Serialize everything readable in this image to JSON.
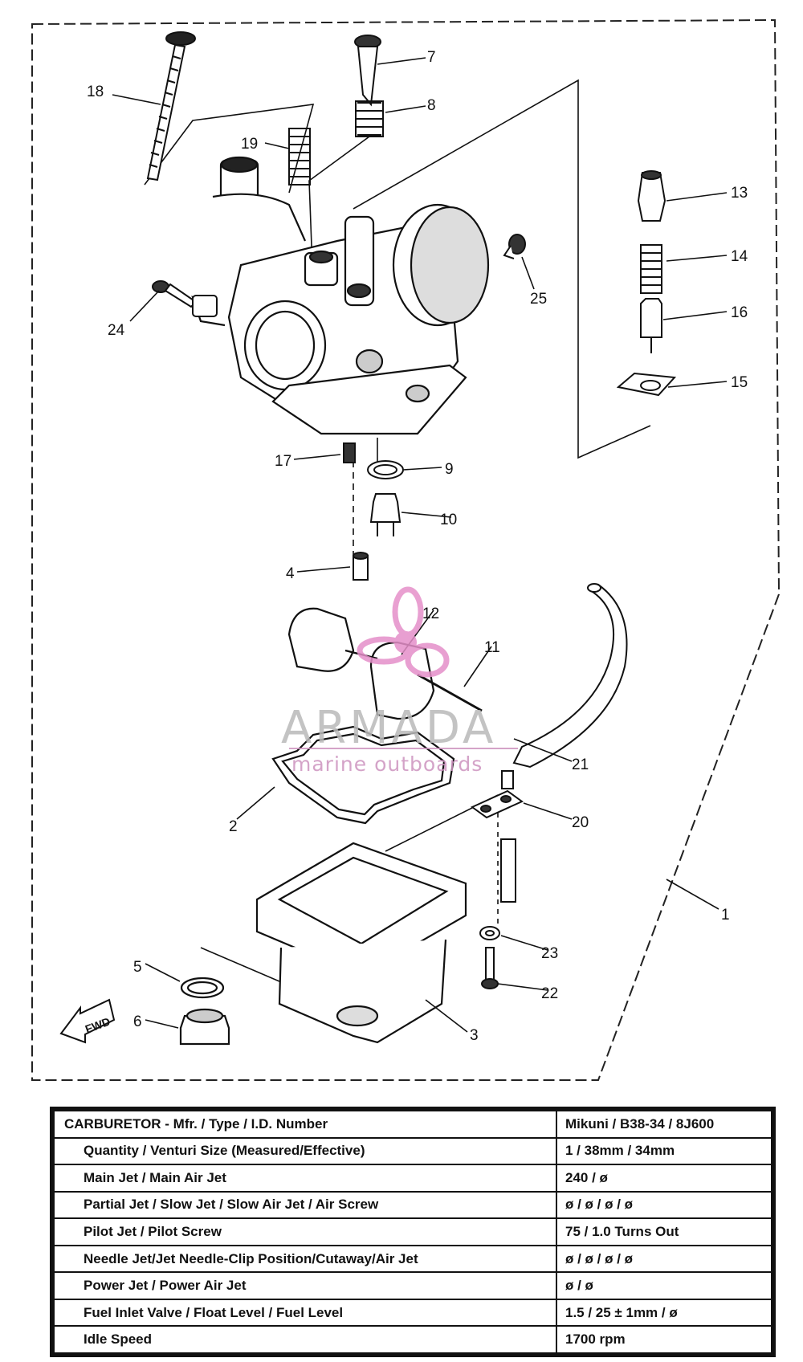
{
  "callouts": [
    {
      "n": "18"
    },
    {
      "n": "7"
    },
    {
      "n": "8"
    },
    {
      "n": "19"
    },
    {
      "n": "13"
    },
    {
      "n": "14"
    },
    {
      "n": "25"
    },
    {
      "n": "24"
    },
    {
      "n": "16"
    },
    {
      "n": "15"
    },
    {
      "n": "17"
    },
    {
      "n": "9"
    },
    {
      "n": "10"
    },
    {
      "n": "4"
    },
    {
      "n": "12"
    },
    {
      "n": "11"
    },
    {
      "n": "21"
    },
    {
      "n": "2"
    },
    {
      "n": "20"
    },
    {
      "n": "1"
    },
    {
      "n": "5"
    },
    {
      "n": "23"
    },
    {
      "n": "22"
    },
    {
      "n": "6"
    },
    {
      "n": "3"
    }
  ],
  "fwd_arrow": "FWD",
  "watermark": {
    "brand": "ARMADA",
    "tagline": "marine outboards",
    "logo_color": "#e58fc9"
  },
  "spec_table": {
    "header": {
      "label": "CARBURETOR - Mfr. / Type / I.D. Number",
      "value": "Mikuni / B38-34 / 8J600"
    },
    "rows": [
      {
        "label": "Quantity / Venturi Size (Measured/Effective)",
        "value": "1 / 38mm / 34mm"
      },
      {
        "label": "Main Jet / Main Air Jet",
        "value": "240 / ø"
      },
      {
        "label": "Partial Jet / Slow Jet / Slow Air Jet / Air Screw",
        "value": "ø / ø / ø / ø"
      },
      {
        "label": "Pilot Jet / Pilot Screw",
        "value": "75 / 1.0 Turns Out"
      },
      {
        "label": "Needle Jet/Jet Needle-Clip Position/Cutaway/Air Jet",
        "value": "ø / ø / ø / ø"
      },
      {
        "label": "Power Jet / Power Air Jet",
        "value": "ø / ø"
      },
      {
        "label": "Fuel Inlet Valve / Float Level / Fuel Level",
        "value": "1.5 / 25 ± 1mm / ø"
      },
      {
        "label": "Idle Speed",
        "value": "1700 rpm"
      }
    ]
  }
}
